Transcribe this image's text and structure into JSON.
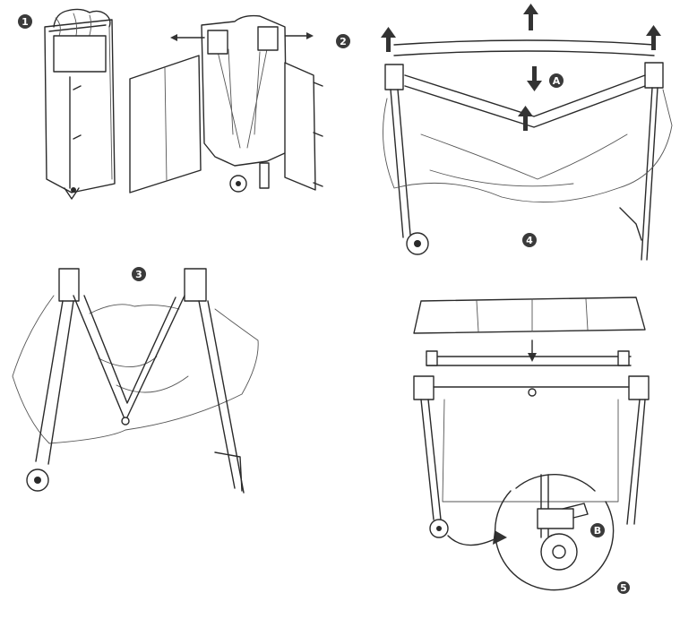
{
  "steps": {
    "s1": "1",
    "s2": "2",
    "s3": "3",
    "s4": "4",
    "s5": "5"
  },
  "callouts": {
    "a": "A",
    "b": "B"
  }
}
